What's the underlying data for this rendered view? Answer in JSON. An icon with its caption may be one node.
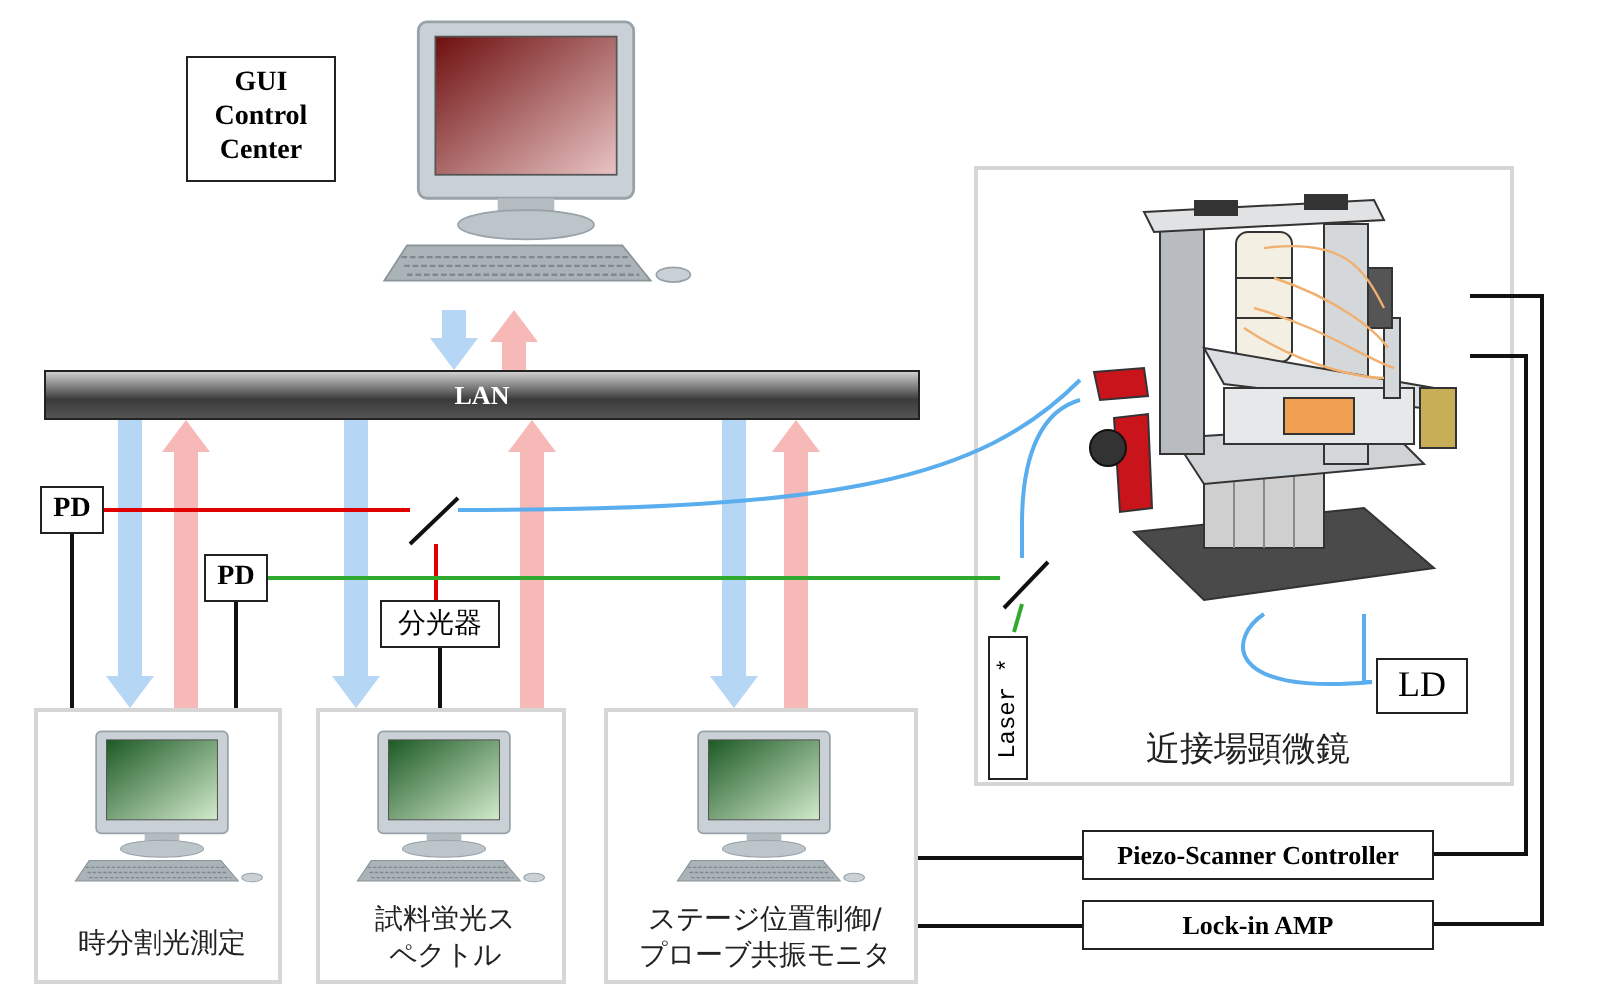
{
  "diagram": {
    "nodes": [
      {
        "text": [
          "GUI Control Center"
        ]
      },
      {
        "text": [],
        "shape": "picture"
      },
      {
        "text": [
          "LAN"
        ]
      },
      {
        "text": [
          "PD"
        ]
      },
      {
        "text": [
          "PD"
        ]
      },
      {
        "text": [
          "分光器"
        ]
      },
      {
        "text": [
          "時分割光測定"
        ]
      },
      {
        "text": [],
        "shape": "picture",
        "in": 6
      },
      {
        "text": [
          "試料蛍光スペクトル"
        ]
      },
      {
        "text": [],
        "shape": "picture",
        "in": 8
      },
      {
        "text": [
          "ステージ位置制御/プローブ共振モニタ"
        ]
      },
      {
        "text": [],
        "shape": "picture",
        "in": 10
      },
      {
        "text": [
          "近接場顕微鏡"
        ]
      },
      {
        "text": [],
        "shape": "picture",
        "in": 12
      },
      {
        "text": [
          "LD"
        ],
        "in": 12
      },
      {
        "text": [
          "Laser *"
        ],
        "in": 12
      },
      {
        "text": [
          "Piezo-Scanner Controller"
        ]
      },
      {
        "text": [
          "Lock-in AMP"
        ]
      },
      {
        "text": [],
        "shape": "line"
      },
      {
        "text": [],
        "shape": "line",
        "in": 12
      }
    ],
    "edges": [
      {
        "from": 1,
        "to": 2,
        "arrow": "to",
        "style": "thick",
        "color": "#b5d6f5"
      },
      {
        "from": 2,
        "to": 1,
        "arrow": "to",
        "style": "thick",
        "color": "#f7b8b8"
      },
      {
        "from": 2,
        "to": 6,
        "arrow": "to",
        "style": "thick",
        "color": "#b5d6f5"
      },
      {
        "from": 6,
        "to": 2,
        "arrow": "to",
        "style": "thick",
        "color": "#f7b8b8"
      },
      {
        "from": 2,
        "to": 8,
        "arrow": "to",
        "style": "thick",
        "color": "#b5d6f5"
      },
      {
        "from": 8,
        "to": 2,
        "arrow": "to",
        "style": "thick",
        "color": "#f7b8b8"
      },
      {
        "from": 2,
        "to": 10,
        "arrow": "to",
        "style": "thick",
        "color": "#b5d6f5"
      },
      {
        "from": 10,
        "to": 2,
        "arrow": "to",
        "style": "thick",
        "color": "#f7b8b8"
      },
      {
        "from": 3,
        "to": 6,
        "arrow": "none"
      },
      {
        "from": 4,
        "to": 6,
        "arrow": "none"
      },
      {
        "from": 5,
        "to": 8,
        "arrow": "none"
      },
      {
        "from": 3,
        "to": 18,
        "arrow": "none",
        "color": "#e00000"
      },
      {
        "from": 18,
        "to": 5,
        "arrow": "none",
        "color": "#e00000"
      },
      {
        "from": 18,
        "to": 13,
        "arrow": "none",
        "color": "#5aaeee"
      },
      {
        "from": 4,
        "to": 19,
        "arrow": "none",
        "color": "#2faa2f"
      },
      {
        "from": 15,
        "to": 19,
        "arrow": "none",
        "color": "#2faa2f"
      },
      {
        "from": 19,
        "to": 13,
        "arrow": "none",
        "color": "#5aaeee"
      },
      {
        "from": 14,
        "to": 13,
        "arrow": "none",
        "color": "#5aaeee"
      },
      {
        "from": 14,
        "to": 13,
        "arrow": "none",
        "color": "#5aaeee"
      },
      {
        "from": 10,
        "to": 16,
        "arrow": "none"
      },
      {
        "from": 10,
        "to": 17,
        "arrow": "none"
      },
      {
        "from": 16,
        "to": 13,
        "arrow": "none"
      },
      {
        "from": 17,
        "to": 13,
        "arrow": "none"
      }
    ]
  }
}
